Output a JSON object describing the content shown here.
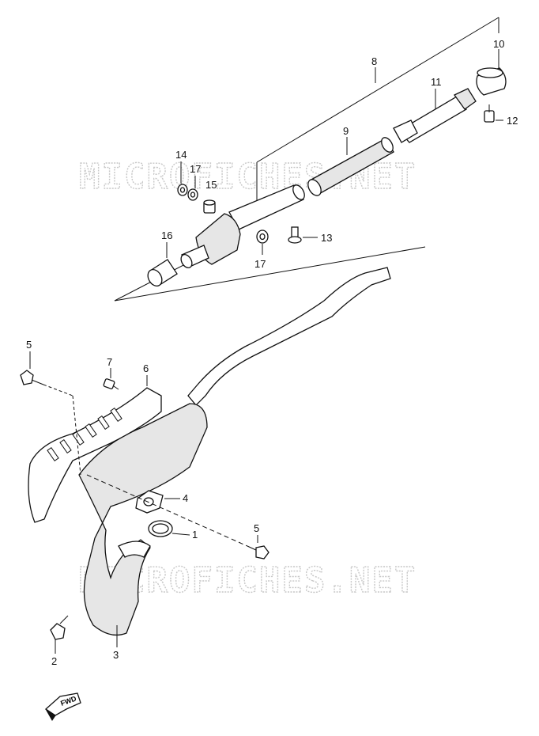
{
  "watermark": "MICROFICHES.NET",
  "fwd_label": "FWD",
  "callouts": {
    "c1": "1",
    "c2": "2",
    "c3": "3",
    "c4": "4",
    "c5a": "5",
    "c5b": "5",
    "c6": "6",
    "c7": "7",
    "c8": "8",
    "c9": "9",
    "c10": "10",
    "c11": "11",
    "c12": "12",
    "c13": "13",
    "c14": "14",
    "c15": "15",
    "c16": "16",
    "c17a": "17",
    "c17b": "17"
  }
}
